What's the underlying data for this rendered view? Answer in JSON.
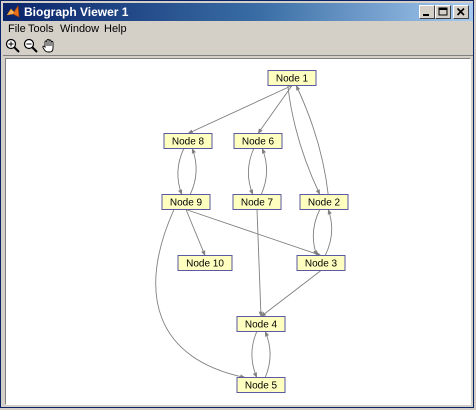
{
  "window": {
    "title": "Biograph Viewer 1"
  },
  "menu": [
    "File",
    "Tools",
    "Window",
    "Help"
  ],
  "toolbar": {
    "tools": [
      {
        "name": "zoom-in-icon"
      },
      {
        "name": "zoom-out-icon"
      },
      {
        "name": "pan-hand-icon"
      }
    ]
  },
  "graph": {
    "nodes": [
      {
        "id": "n1",
        "label": "Node 1"
      },
      {
        "id": "n8",
        "label": "Node 8"
      },
      {
        "id": "n6",
        "label": "Node 6"
      },
      {
        "id": "n9",
        "label": "Node 9"
      },
      {
        "id": "n7",
        "label": "Node 7"
      },
      {
        "id": "n2",
        "label": "Node 2"
      },
      {
        "id": "n10",
        "label": "Node 10"
      },
      {
        "id": "n3",
        "label": "Node 3"
      },
      {
        "id": "n4",
        "label": "Node 4"
      },
      {
        "id": "n5",
        "label": "Node 5"
      }
    ],
    "edges": [
      [
        "n1",
        "n8"
      ],
      [
        "n1",
        "n6"
      ],
      [
        "n1",
        "n2"
      ],
      [
        "n2",
        "n1"
      ],
      [
        "n8",
        "n9"
      ],
      [
        "n9",
        "n8"
      ],
      [
        "n6",
        "n7"
      ],
      [
        "n7",
        "n6"
      ],
      [
        "n9",
        "n10"
      ],
      [
        "n9",
        "n3"
      ],
      [
        "n9",
        "n5"
      ],
      [
        "n2",
        "n3"
      ],
      [
        "n3",
        "n2"
      ],
      [
        "n7",
        "n4"
      ],
      [
        "n3",
        "n4"
      ],
      [
        "n4",
        "n5"
      ],
      [
        "n5",
        "n4"
      ]
    ],
    "colors": {
      "node_fill": "#ffffc0",
      "node_border": "#5a5aa0",
      "edge": "#808080"
    }
  }
}
